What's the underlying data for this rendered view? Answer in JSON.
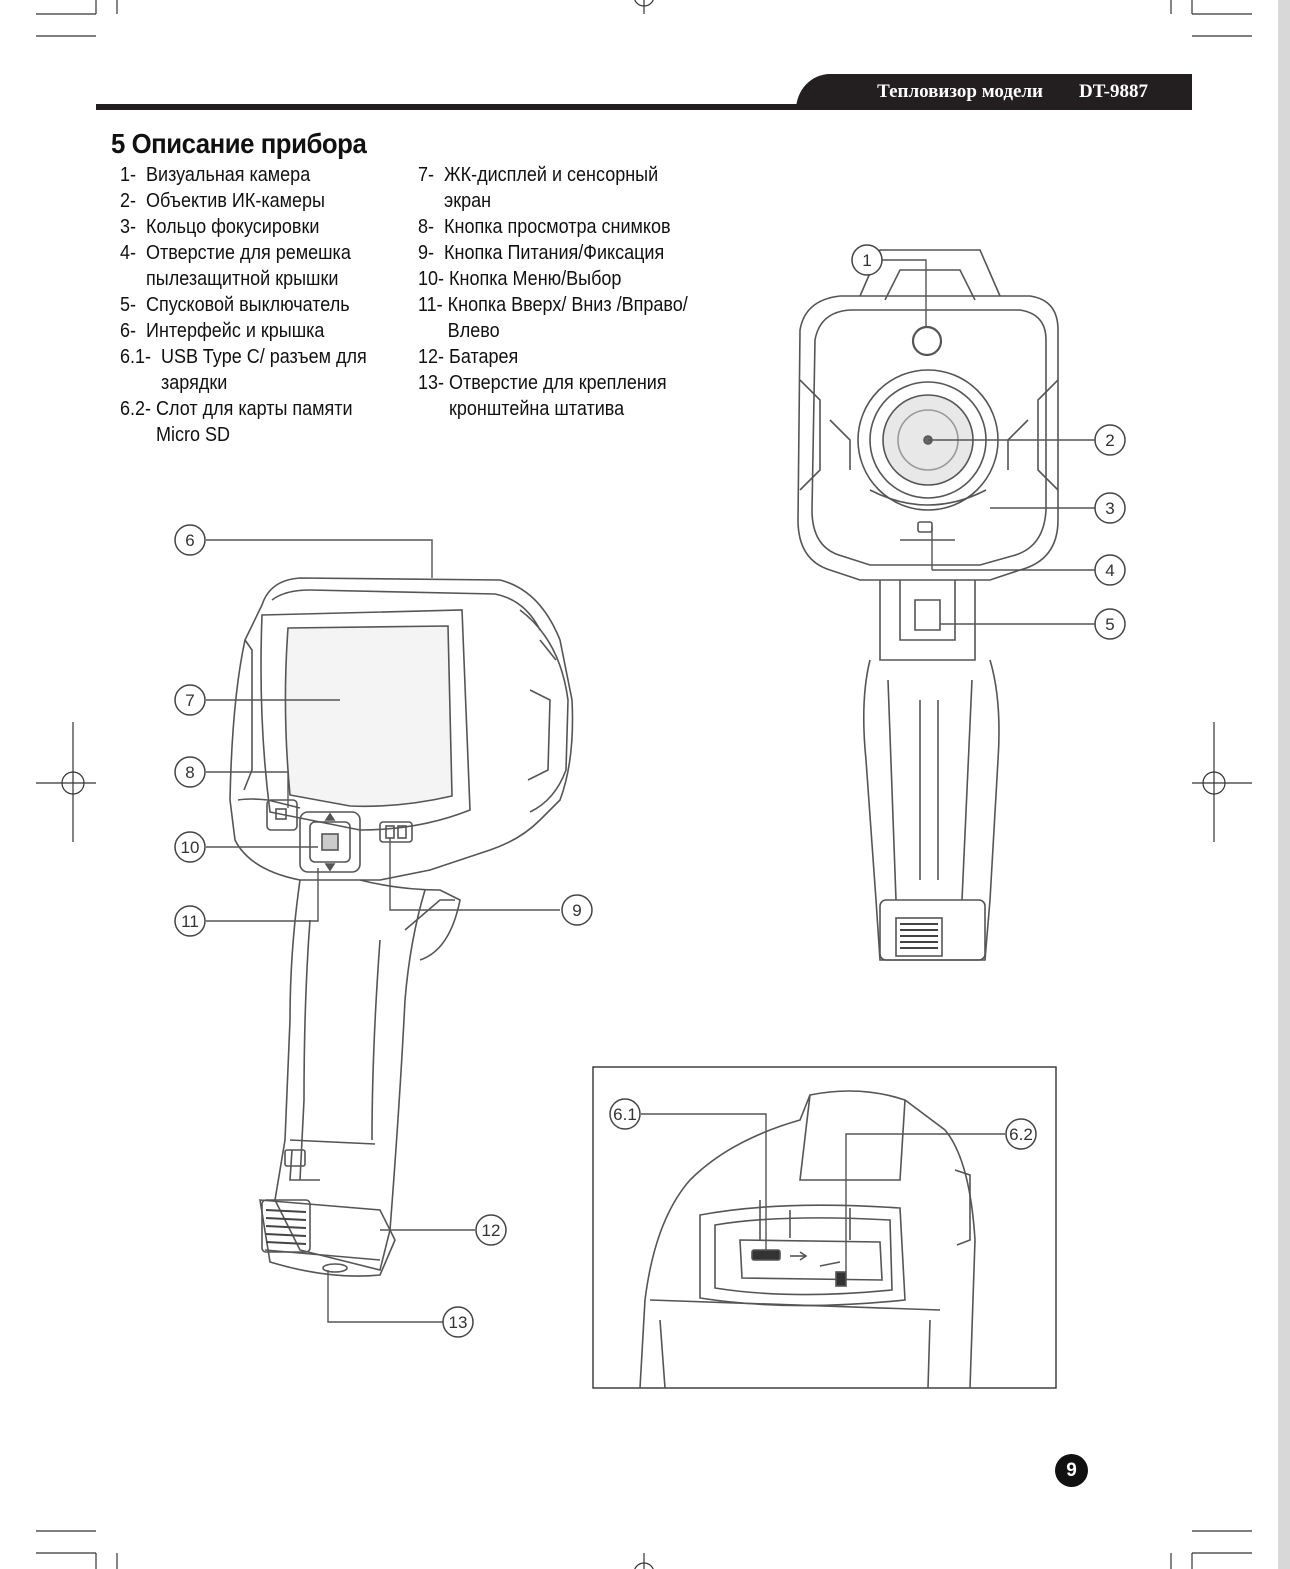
{
  "header": {
    "model_label": "Тепловизор модели",
    "model_code": "DT-9887"
  },
  "section": {
    "title": "5 Описание прибора"
  },
  "parts_left": [
    {
      "num": "1-  ",
      "text": "Визуальная камера"
    },
    {
      "num": "2-  ",
      "text": "Объектив ИК-камеры"
    },
    {
      "num": "3-  ",
      "text": "Кольцо фокусировки"
    },
    {
      "num": "4-  ",
      "text": "Отверстие для ремешка пылезащитной крышки"
    },
    {
      "num": "5-  ",
      "text": "Спусковой выключатель"
    },
    {
      "num": "6-  ",
      "text": "Интерфейс и крышка"
    },
    {
      "num": "6.1-  ",
      "text": "USB Type C/ разъем для зарядки"
    },
    {
      "num": "6.2- ",
      "text": "Слот для карты памяти Micro SD"
    }
  ],
  "parts_right": [
    {
      "num": "7-  ",
      "text": "ЖК-дисплей и сенсорный экран"
    },
    {
      "num": "8-  ",
      "text": "Кнопка просмотра снимков"
    },
    {
      "num": "9-  ",
      "text": "Кнопка Питания/Фиксация"
    },
    {
      "num": "10- ",
      "text": "Кнопка Меню/Выбор"
    },
    {
      "num": "11- ",
      "text": "Кнопка Вверх/ Вниз /Вправо/ Влево"
    },
    {
      "num": "12- ",
      "text": "Батарея"
    },
    {
      "num": "13- ",
      "text": "Отверстие для крепления кронштейна штатива"
    }
  ],
  "callouts": {
    "c1": "1",
    "c2": "2",
    "c3": "3",
    "c4": "4",
    "c5": "5",
    "c6": "6",
    "c7": "7",
    "c8": "8",
    "c9": "9",
    "c10": "10",
    "c11": "11",
    "c12": "12",
    "c13": "13",
    "c61": "6.1",
    "c62": "6.2"
  },
  "footer": {
    "page_number": "9"
  },
  "colors": {
    "header_band": "#231f20",
    "line_art": "#555555"
  }
}
